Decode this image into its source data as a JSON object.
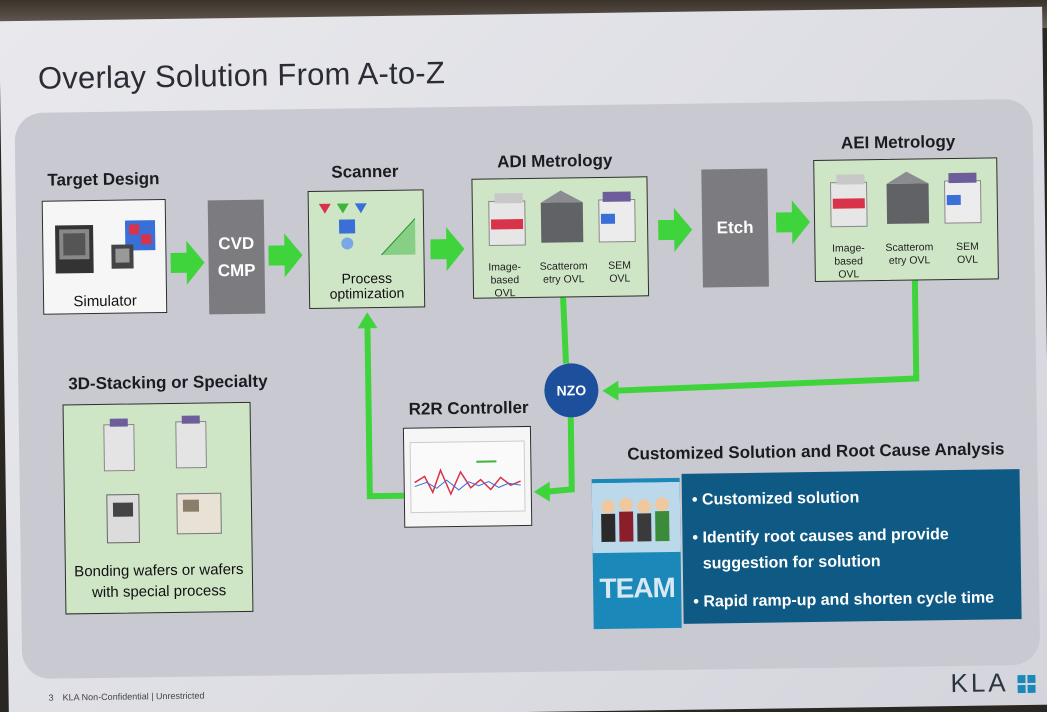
{
  "title": "Overlay Solution From A-to-Z",
  "target_design": {
    "label": "Target Design",
    "caption": "Simulator"
  },
  "cvd_cmp": {
    "line1": "CVD",
    "line2": "CMP"
  },
  "scanner": {
    "label": "Scanner",
    "caption1": "Process",
    "caption2": "optimization"
  },
  "adi": {
    "label": "ADI Metrology",
    "tools": [
      {
        "line1": "Image-",
        "line2": "based OVL"
      },
      {
        "line1": "Scatterom",
        "line2": "etry OVL"
      },
      {
        "line1": "SEM",
        "line2": "OVL"
      }
    ]
  },
  "etch": {
    "label": "Etch"
  },
  "aei": {
    "label": "AEI Metrology",
    "tools": [
      {
        "line1": "Image-",
        "line2": "based OVL"
      },
      {
        "line1": "Scatterom",
        "line2": "etry OVL"
      },
      {
        "line1": "SEM",
        "line2": "OVL"
      }
    ]
  },
  "nzo": {
    "label": "NZO"
  },
  "r2r": {
    "label": "R2R Controller"
  },
  "stacking": {
    "label": "3D-Stacking or Specialty",
    "caption1": "Bonding wafers or wafers",
    "caption2": "with special process"
  },
  "customized": {
    "heading": "Customized Solution and Root Cause Analysis",
    "team_label": "TEAM",
    "bullets": [
      "• Customized solution",
      "• Identify root causes and provide",
      "suggestion for solution",
      "• Rapid ramp-up and shorten cycle time"
    ]
  },
  "footer": {
    "page": "3",
    "text": "KLA Non-Confidential | Unrestricted"
  },
  "logo": {
    "text": "KLA"
  },
  "colors": {
    "arrow_green": "#3fd43c",
    "nzo_blue": "#1c4f9c",
    "bullet_bg": "#0f5a84",
    "team_bg": "#1a88b8"
  }
}
